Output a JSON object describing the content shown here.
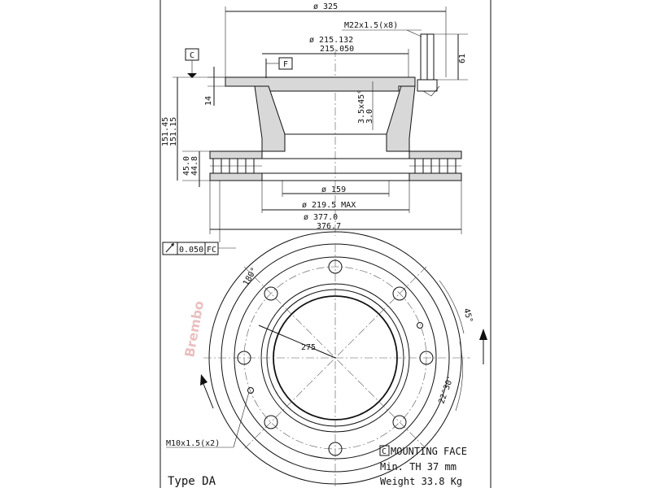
{
  "section": {
    "dia_outer": "ø 325",
    "thread_top": "M22x1.5(x8)",
    "dia_215_a": "ø 215.132",
    "dia_215_b": "215.050",
    "ref_c": "C",
    "ref_f": "F",
    "h_61": "61",
    "h_14": "14",
    "h_151_a": "151.45",
    "h_151_b": "151.15",
    "chamfer_a": "3.5x45°",
    "chamfer_b": "3.0",
    "h_45_a": "45.0",
    "h_45_b": "44.8",
    "dia_159": "ø 159",
    "dia_219": "ø 219.5 MAX",
    "dia_377_a": "ø 377.0",
    "dia_377_b": "376.7",
    "tolerance_value": "0.050",
    "tolerance_ref": "FC"
  },
  "plan": {
    "angle_180": "180°",
    "angle_45": "45°",
    "angle_22": "22°30'",
    "radius_275": "275",
    "thread_bottom": "M10x1.5(x2)"
  },
  "notes": {
    "mounting_ref": "C",
    "mounting_face": "MOUNTING FACE",
    "min_th": "Min. TH 37  mm",
    "weight": "Weight 33.8 Kg",
    "type": "Type DA"
  },
  "watermark": "Brembo"
}
